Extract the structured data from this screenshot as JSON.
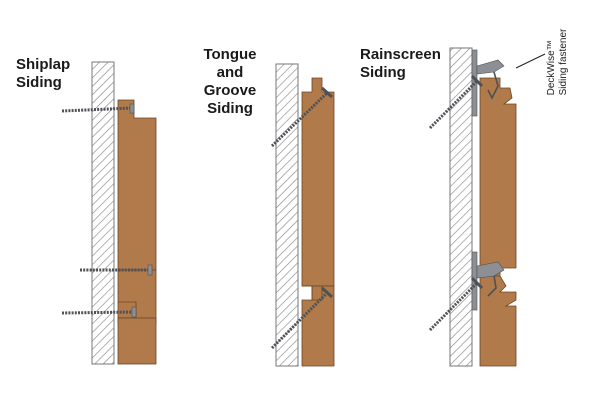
{
  "title": "",
  "colors": {
    "wood": "#b07a4a",
    "wood_stroke": "#6b4528",
    "sheathing_hatch": "#8a8a8a",
    "fastener": "#8c8f94",
    "fastener_dark": "#4e5156",
    "text": "#1a1a1a"
  },
  "panels": [
    {
      "key": "shiplap",
      "label_lines": [
        "Shiplap",
        "Siding"
      ]
    },
    {
      "key": "tongue_groove",
      "label_lines": [
        "Tongue",
        "and",
        "Groove",
        "Siding"
      ]
    },
    {
      "key": "rainscreen",
      "label_lines": [
        "Rainscreen",
        "Siding"
      ]
    }
  ],
  "callout": {
    "line1": "DeckWise™",
    "line2": "Siding fastener"
  }
}
